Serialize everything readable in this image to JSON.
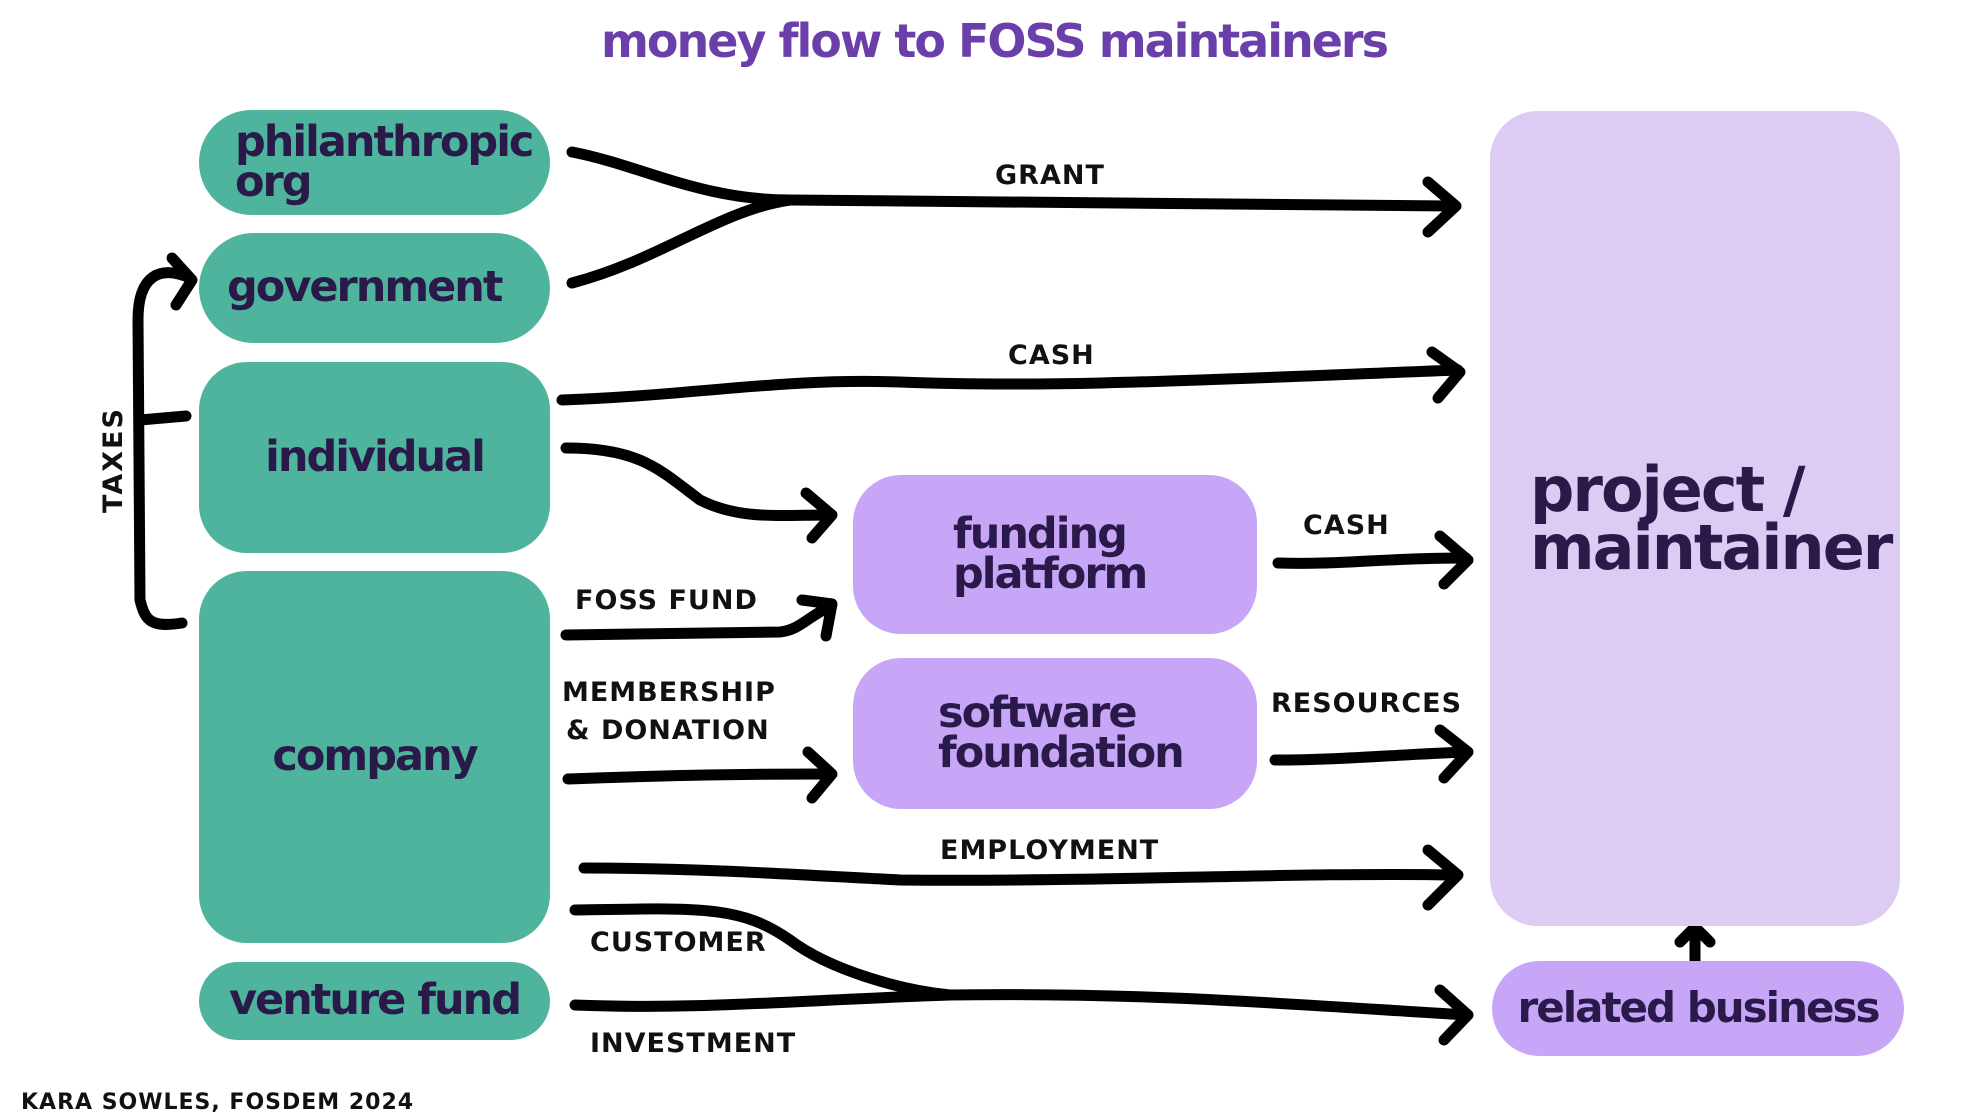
{
  "title": "money flow to FOSS maintainers",
  "colors": {
    "title": "#6b3fa9",
    "source_box": "#4fb49d",
    "intermediary_box": "#c8a6f7",
    "destination_box": "#dccbf3",
    "box_text": "#2a1a4a",
    "arrow": "#000000"
  },
  "sources": {
    "philanthropic": {
      "line1": "philanthropic",
      "line2": "org"
    },
    "government": "government",
    "individual": "individual",
    "company": "company",
    "venture_fund": "venture fund"
  },
  "intermediaries": {
    "funding_platform": {
      "line1": "funding",
      "line2": "platform"
    },
    "software_foundation": {
      "line1": "software",
      "line2": "foundation"
    }
  },
  "destinations": {
    "project": {
      "line1": "project /",
      "line2": "maintainer"
    },
    "related_business": "related business"
  },
  "flow_labels": {
    "taxes": "TAXES",
    "grant": "GRANT",
    "cash_direct": "CASH",
    "cash_platform": "CASH",
    "foss_fund": "FOSS FUND",
    "membership_line1": "MEMBERSHIP",
    "membership_line2": "& DONATION",
    "resources": "RESOURCES",
    "employment": "EMPLOYMENT",
    "customer": "CUSTOMER",
    "investment": "INVESTMENT"
  },
  "flows": [
    {
      "from": "philanthropic org",
      "to": "project / maintainer",
      "label": "GRANT"
    },
    {
      "from": "government",
      "to": "project / maintainer",
      "label": "GRANT"
    },
    {
      "from": "individual",
      "to": "government",
      "label": "TAXES"
    },
    {
      "from": "company",
      "to": "government",
      "label": "TAXES"
    },
    {
      "from": "individual",
      "to": "project / maintainer",
      "label": "CASH"
    },
    {
      "from": "individual",
      "to": "funding platform",
      "label": ""
    },
    {
      "from": "company",
      "to": "funding platform",
      "label": "FOSS FUND"
    },
    {
      "from": "company",
      "to": "software foundation",
      "label": "MEMBERSHIP & DONATION"
    },
    {
      "from": "funding platform",
      "to": "project / maintainer",
      "label": "CASH"
    },
    {
      "from": "software foundation",
      "to": "project / maintainer",
      "label": "RESOURCES"
    },
    {
      "from": "company",
      "to": "project / maintainer",
      "label": "EMPLOYMENT"
    },
    {
      "from": "company",
      "to": "related business",
      "label": "CUSTOMER"
    },
    {
      "from": "venture fund",
      "to": "related business",
      "label": "INVESTMENT"
    },
    {
      "from": "related business",
      "to": "project / maintainer",
      "label": ""
    }
  ],
  "footer": "KARA SOWLES, FOSDEM 2024"
}
